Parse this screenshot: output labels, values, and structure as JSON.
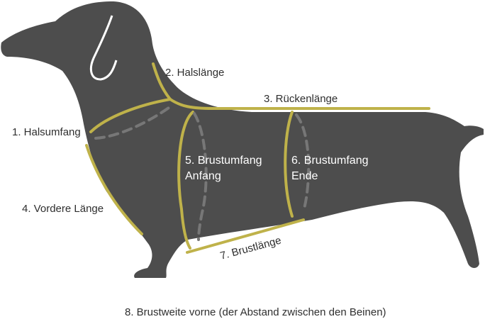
{
  "labels": {
    "neck_circ": "1. Halsumfang",
    "neck_length": "2. Halslänge",
    "back_length": "3. Rückenlänge",
    "front_length": "4. Vordere Länge",
    "chest_start_1": "5. Brustumfang",
    "chest_start_2": "Anfang",
    "chest_end_1": "6. Brustumfang",
    "chest_end_2": "Ende",
    "chest_length": "7. Brustlänge",
    "chest_width": "8. Brustweite vorne (der Abstand zwischen den Beinen)"
  },
  "colors": {
    "dog": "#4d4d4d",
    "measure_line": "#bfb24a",
    "hidden_line": "#777777",
    "text": "#2f2f2f",
    "text_on_dog": "#ffffff",
    "background": "#ffffff"
  }
}
